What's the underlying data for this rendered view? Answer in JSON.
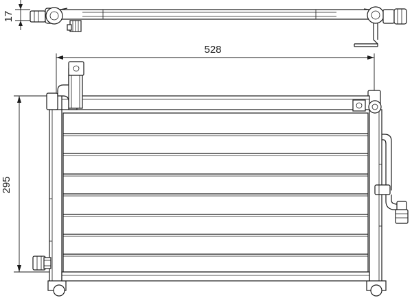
{
  "drawing": {
    "dimensions": {
      "thickness": "17",
      "width": "528",
      "height": "295"
    }
  }
}
